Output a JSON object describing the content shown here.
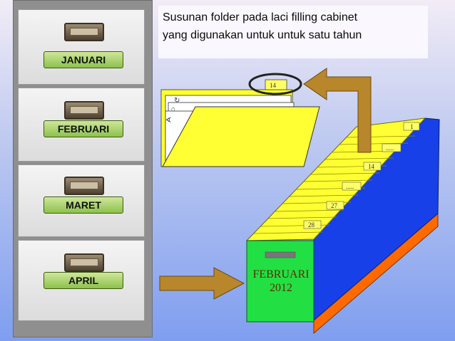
{
  "caption": {
    "line1": "Susunan folder pada laci filling cabinet",
    "line2": "yang digunakan untuk untuk satu tahun"
  },
  "cabinet": {
    "drawers": [
      {
        "label": "JANUARI"
      },
      {
        "label": "FEBRUARI"
      },
      {
        "label": "MARET"
      },
      {
        "label": "APRIL"
      }
    ]
  },
  "drawer_box": {
    "front_line1": "FEBRUARI",
    "front_line2": "2012",
    "tabs": [
      "1",
      ".....",
      "14",
      ".....",
      "27",
      "28"
    ]
  },
  "pulled_folder": {
    "tab_label": "14"
  },
  "colors": {
    "box_top": "#ffff33",
    "box_right": "#1740e8",
    "box_base": "#ff6a00",
    "box_front": "#22e044",
    "arrow_fill": "#b8862b"
  }
}
